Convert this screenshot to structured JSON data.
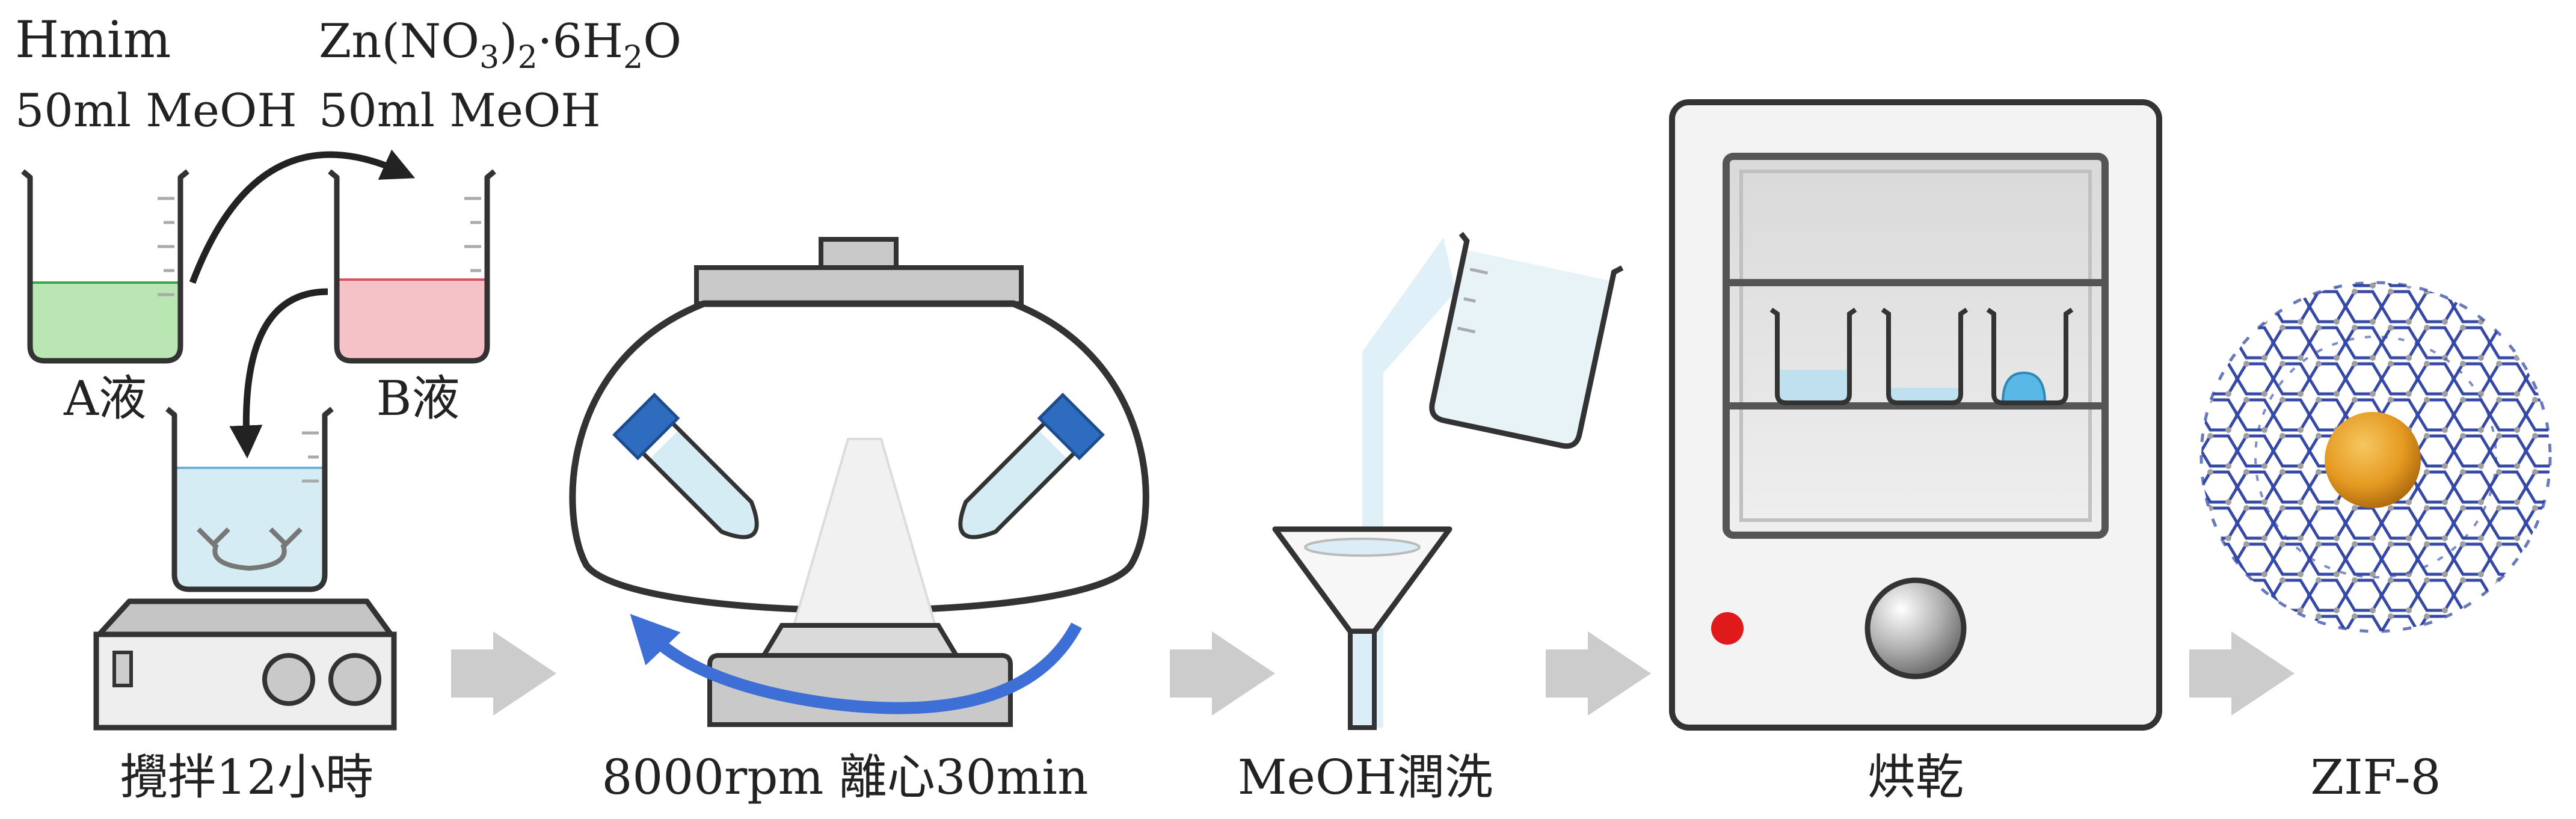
{
  "colors": {
    "solution_a": "#b9e6b3",
    "solution_b": "#f5c2c8",
    "mixed": "#d5ecf5",
    "arrow_blue": "#3d6fd6",
    "cap_blue": "#2e6cc0",
    "process_arrow": "#cccccc",
    "oven_light": "#e01a1a",
    "nanoparticle": "#e59a21",
    "framework": "#2b3fa0"
  },
  "stage1": {
    "reagent_a": "Hmim",
    "solvent_a": "50ml MeOH",
    "reagent_b_parts": [
      "Zn(NO",
      "3",
      ")",
      "2",
      "·6H",
      "2",
      "O"
    ],
    "solvent_b": "50ml MeOH",
    "beaker_a_label": "A液",
    "beaker_b_label": "B液",
    "caption": "攪拌12小時"
  },
  "stage2": {
    "caption": "8000rpm 離心30min"
  },
  "stage3": {
    "caption": "MeOH潤洗"
  },
  "stage4": {
    "caption": "烘乾"
  },
  "stage5": {
    "caption": "ZIF-8"
  },
  "icons": [
    "stir-plate-icon",
    "centrifuge-icon",
    "funnel-icon",
    "oven-icon",
    "zif8-structure-icon"
  ]
}
